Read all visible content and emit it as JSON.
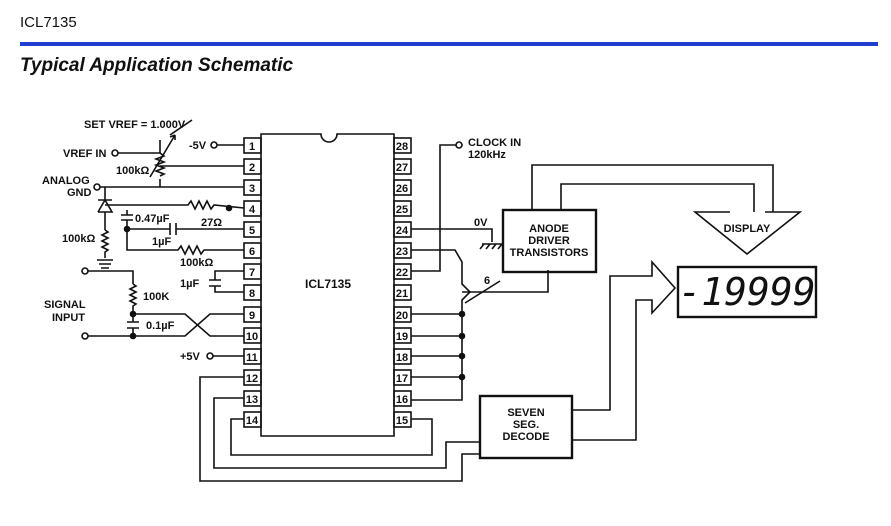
{
  "header": {
    "doc_id": "ICL7135",
    "section_title": "Typical Application Schematic"
  },
  "chip": {
    "name": "ICL7135",
    "left_pins": [
      "1",
      "2",
      "3",
      "4",
      "5",
      "6",
      "7",
      "8",
      "9",
      "10",
      "11",
      "12",
      "13",
      "14"
    ],
    "right_pins": [
      "28",
      "27",
      "26",
      "25",
      "24",
      "23",
      "22",
      "21",
      "20",
      "19",
      "18",
      "17",
      "16",
      "15"
    ]
  },
  "labels": {
    "set_vref": "SET VREF = 1.000V",
    "vref_in": "VREF IN",
    "analog_gnd_line1": "ANALOG",
    "analog_gnd_line2": "GND",
    "signal_input_line1": "SIGNAL",
    "signal_input_line2": "INPUT",
    "minus5v": "-5V",
    "plus5v": "+5V",
    "clock_in_line1": "CLOCK IN",
    "clock_in_line2": "120kHz",
    "zero_v": "0V",
    "bus_width": "6"
  },
  "components": {
    "pot": "100kΩ",
    "r_27": "27Ω",
    "c_047": "0.47µF",
    "c_1uf_a": "1µF",
    "r_100k_a": "100kΩ",
    "r_100k_b": "100kΩ",
    "c_1uf_b": "1µF",
    "r_100k_in": "100K",
    "c_01": "0.1µF"
  },
  "blocks": {
    "anode_driver": [
      "ANODE",
      "DRIVER",
      "TRANSISTORS"
    ],
    "seven_seg": [
      "SEVEN",
      "SEG.",
      "DECODE"
    ],
    "display_label": "DISPLAY",
    "display_readout": "-19999"
  }
}
